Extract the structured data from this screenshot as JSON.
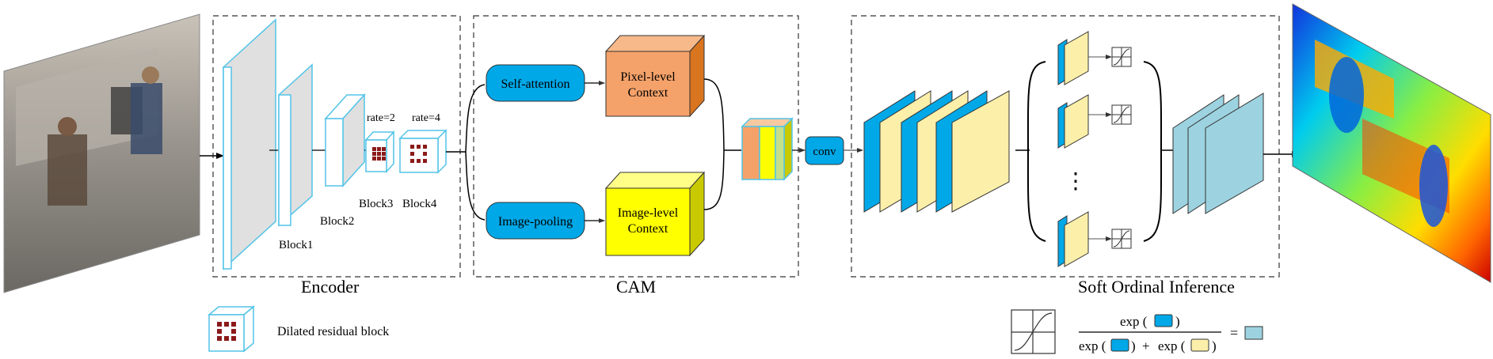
{
  "encoder": {
    "title": "Encoder",
    "blocks": [
      "Block1",
      "Block2",
      "Block3",
      "Block4"
    ],
    "rates": [
      "rate=2",
      "rate=4"
    ]
  },
  "cam": {
    "title": "CAM",
    "self_attention": "Self-attention",
    "image_pooling": "Image-pooling",
    "pixel_ctx_1": "Pixel-level",
    "pixel_ctx_2": "Context",
    "image_ctx_1": "Image-level",
    "image_ctx_2": "Context"
  },
  "conv_label": "conv",
  "soi": {
    "title": "Soft Ordinal Inference",
    "ellipsis": "⋮"
  },
  "legend": {
    "dilated_block": "Dilated residual block"
  },
  "formula": {
    "exp": "exp (",
    "close": ")",
    "plus": "+",
    "equals": "="
  },
  "colors": {
    "blue": "#00a8e8",
    "cyan_stroke": "#52c4e8",
    "pale_yellow": "#fcefaa",
    "orange": "#f5a26a",
    "yellow": "#ffff00",
    "light_blue": "#9dd3e0",
    "grey": "#e0e0e0",
    "dark_red": "#8b1a1a"
  }
}
